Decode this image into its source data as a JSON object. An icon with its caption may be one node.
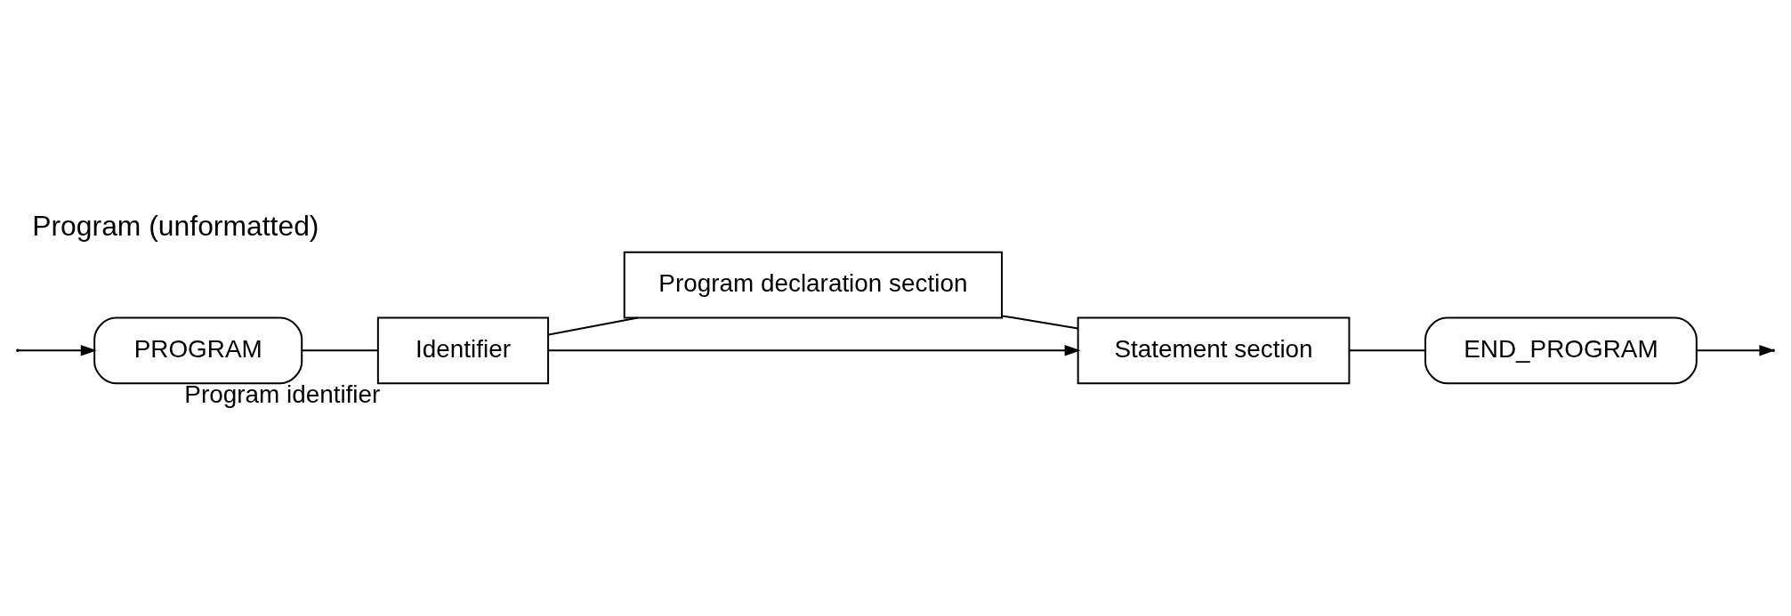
{
  "diagram": {
    "title": "Program (unformatted)",
    "nodes": [
      {
        "text": [
          "PROGRAM"
        ]
      },
      {
        "text": [
          "Identifier"
        ],
        "beside": [
          "Program identifier"
        ]
      },
      {
        "text": [
          "Program declaration section"
        ]
      },
      {
        "text": [
          "Statement section"
        ]
      },
      {
        "text": [
          "END_PROGRAM"
        ]
      }
    ],
    "edges": [
      {
        "from": null,
        "to": 0,
        "arrow": "to"
      },
      {
        "from": 0,
        "to": 1,
        "arrow": "none"
      },
      {
        "from": 1,
        "to": 2,
        "arrow": "none"
      },
      {
        "from": 1,
        "to": 3,
        "arrow": "to"
      },
      {
        "from": 2,
        "to": 3,
        "arrow": "none"
      },
      {
        "from": 3,
        "to": 4,
        "arrow": "none"
      },
      {
        "from": 4,
        "to": null,
        "arrow": "to"
      }
    ]
  }
}
